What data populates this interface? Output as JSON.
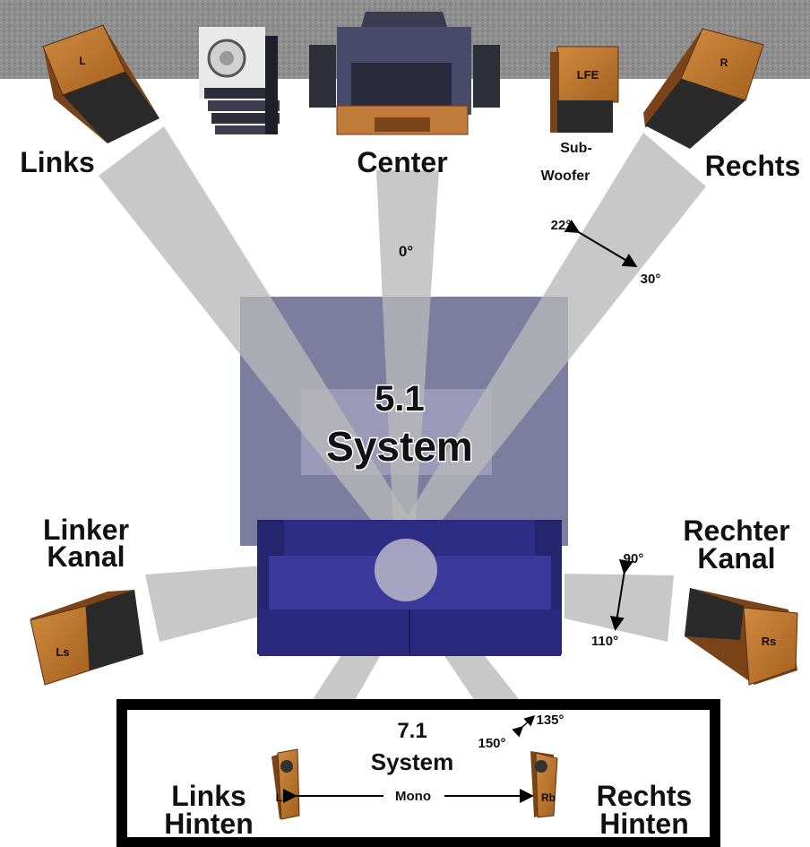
{
  "speakers": {
    "left_front": {
      "badge": "L",
      "label": "Links"
    },
    "center": {
      "label": "Center"
    },
    "lfe": {
      "badge": "LFE",
      "label_line1": "Sub-",
      "label_line2": "Woofer"
    },
    "right_front": {
      "badge": "R",
      "label": "Rechts"
    },
    "left_surround": {
      "badge": "Ls",
      "label_line1": "Linker",
      "label_line2": "Kanal"
    },
    "right_surround": {
      "badge": "Rs",
      "label_line1": "Rechter",
      "label_line2": "Kanal"
    },
    "left_back": {
      "badge": "Lb",
      "label_line1": "Links",
      "label_line2": "Hinten"
    },
    "right_back": {
      "badge": "Rb",
      "label_line1": "Rechts",
      "label_line2": "Hinten"
    }
  },
  "angles": {
    "center": "0°",
    "front_min": "22°",
    "front_max": "30°",
    "side_min": "90°",
    "side_max": "110°",
    "rear_min": "135°",
    "rear_max": "150°"
  },
  "system_51": {
    "line1": "5.1",
    "line2": "System"
  },
  "system_71": {
    "line1": "7.1",
    "line2": "System",
    "mono_label": "Mono"
  },
  "colors": {
    "wood": "#b8702e",
    "wood_dark": "#7a4418",
    "beam": "#c4c4c4",
    "screen": "#7d7d9f",
    "sofa": "#2e2d85",
    "frame": "#000000"
  }
}
